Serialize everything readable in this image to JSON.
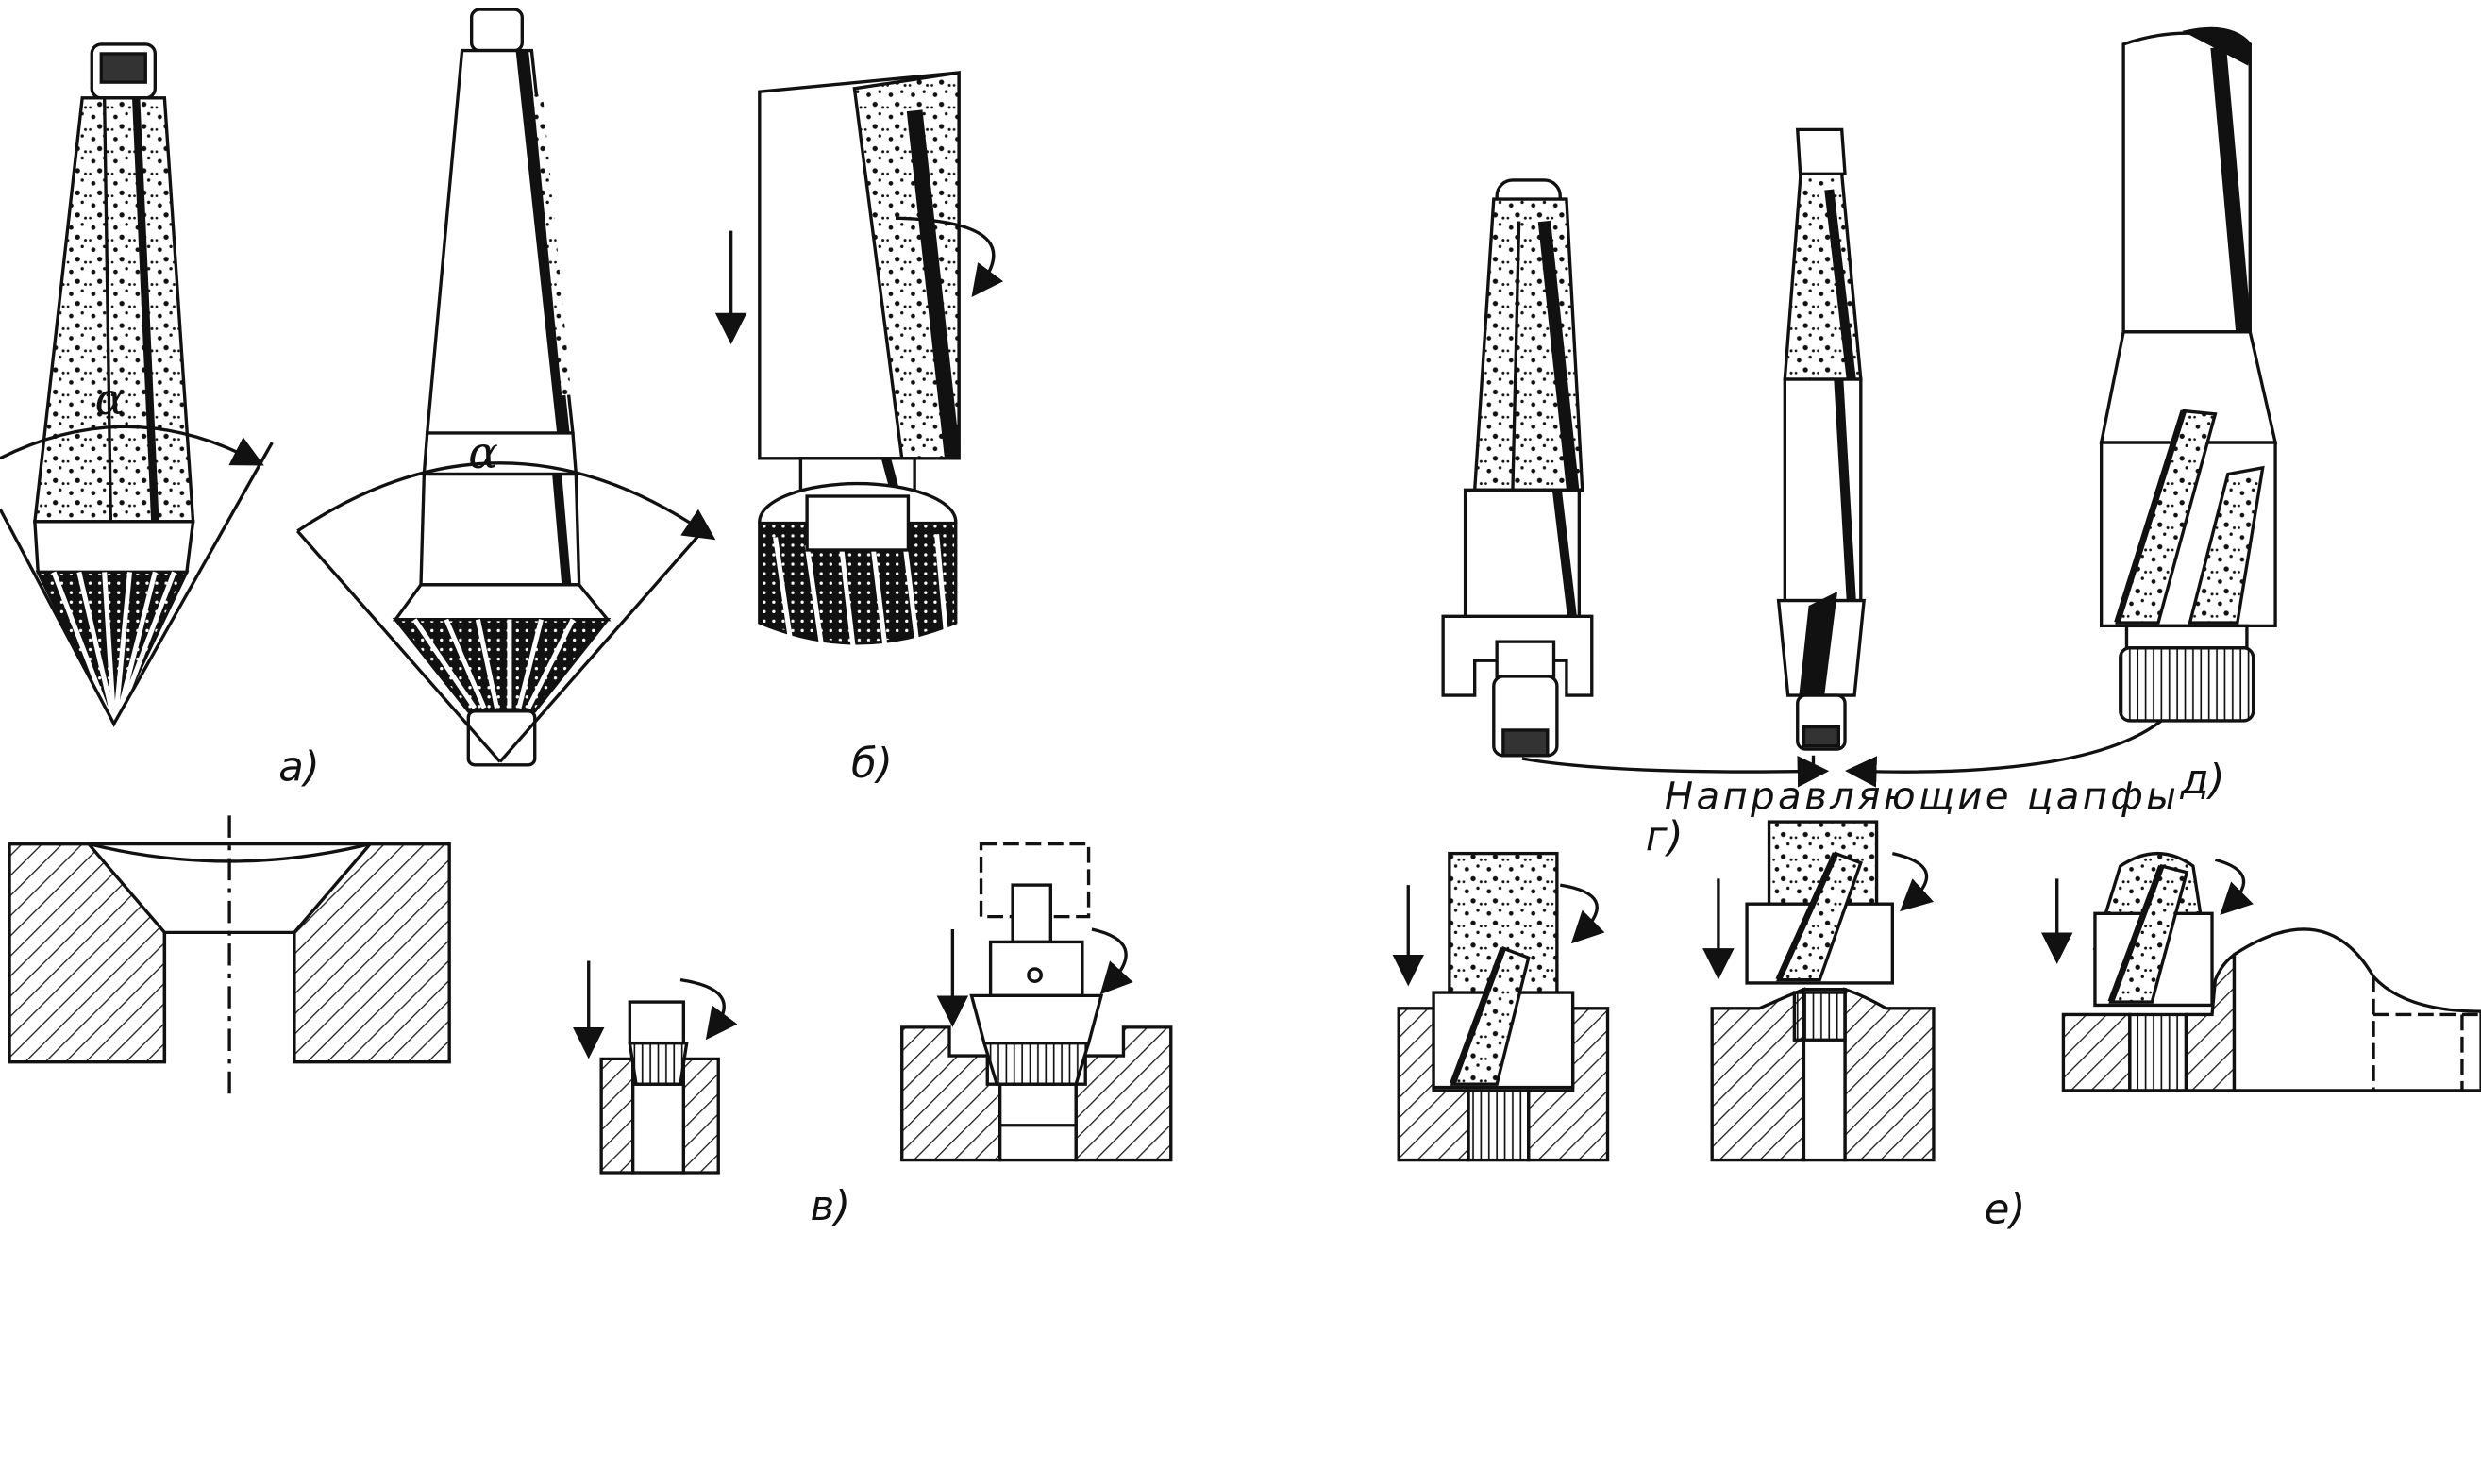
{
  "figure": {
    "labels": {
      "a": "а)",
      "b": "б)",
      "v": "в)",
      "g": "г)",
      "d": "д)",
      "e": "е)"
    },
    "angle_label_a": "α",
    "angle_label_a2": "α",
    "guide_pins_label": "Направляющие цапфы"
  },
  "colors": {
    "ink": "#111111",
    "paper": "#ffffff",
    "hatch": "#222222"
  }
}
